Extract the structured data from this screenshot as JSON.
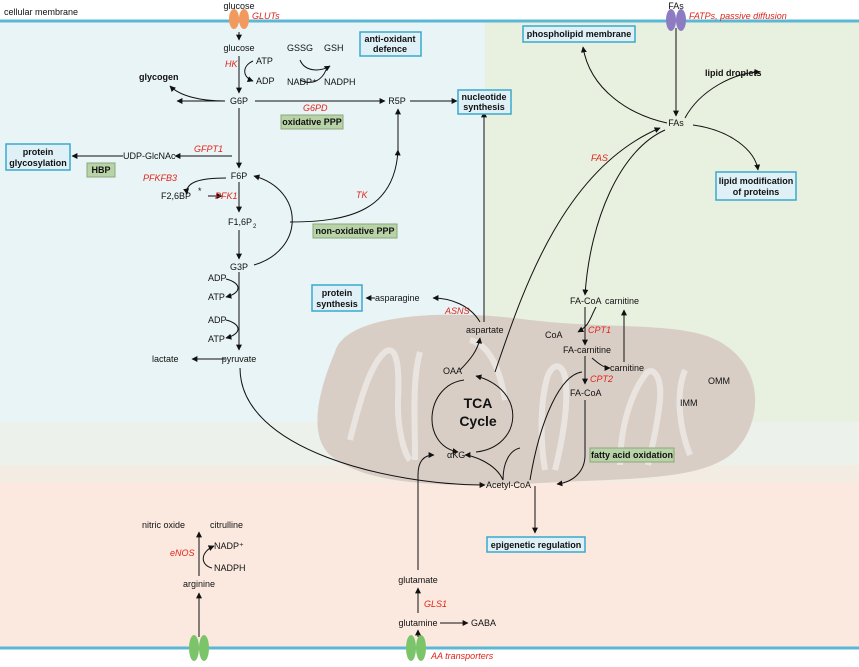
{
  "title": "cellular membrane",
  "colors": {
    "cytosol_top": "#e8f4f5",
    "lipid_zone": "#e8f0df",
    "bottom_zone": "#fbe9df",
    "membrane": "#5bb8d4",
    "mitochondrion": "#d9cec6",
    "enzyme_text": "#e2231a",
    "blue_box_fill": "#dff1f7",
    "blue_box_border": "#3aa9cc",
    "green_box_fill": "#b9d3a8",
    "glut_color": "#f29a5e",
    "fatp_color": "#8e7cc3",
    "aa_transporter_color": "#7cc46a"
  },
  "icons": [
    "glut-transporter-icon",
    "fatp-transporter-icon",
    "aa-transporter-icon",
    "mitochondrion-icon"
  ],
  "metabolites": {
    "glucose_out": "glucose",
    "glucose_in": "glucose",
    "atp1": "ATP",
    "adp1": "ADP",
    "glycogen": "glycogen",
    "g6p": "G6P",
    "r5p": "R5P",
    "gssg": "GSSG",
    "gsh": "GSH",
    "nadp": "NADP⁺",
    "nadph": "NADPH",
    "udp": "UDP-GlcNAc",
    "f6p": "F6P",
    "f26bp": "F2,6BP",
    "f16p": "F1,6P",
    "f16p_sub": "2",
    "g3p": "G3P",
    "adp2": "ADP",
    "atp2": "ATP",
    "adp3": "ADP",
    "atp3": "ATP",
    "pyruvate": "pyruvate",
    "lactate": "lactate",
    "asparagine": "asparagine",
    "aspartate": "aspartate",
    "oaa": "OAA",
    "akg": "αKG",
    "acetylcoa": "Acetyl-CoA",
    "facoa1": "FA-CoA",
    "carnitine1": "carnitine",
    "coa": "CoA",
    "facarnitine": "FA-carnitine",
    "carnitine2": "carnitine",
    "facoa2": "FA-CoA",
    "fas_out": "FAs",
    "fas_in": "FAs",
    "nitric_oxide": "nitric oxide",
    "citrulline": "citrulline",
    "nadp2": "NADP⁺",
    "nadph2": "NADPH",
    "arginine": "arginine",
    "glutamate": "glutamate",
    "glutamine": "glutamine",
    "gaba": "GABA",
    "tca1": "TCA",
    "tca2": "Cycle",
    "omm": "OMM",
    "imm": "IMM",
    "star": "*"
  },
  "enzymes": {
    "gluts": "GLUTs",
    "hk": "HK",
    "g6pd": "G6PD",
    "gfpt1": "GFPT1",
    "pfkfb3": "PFKFB3",
    "pfk1": "PFK1",
    "tk": "TK",
    "fas": "FAS",
    "asns": "ASNS",
    "cpt1": "CPT1",
    "cpt2": "CPT2",
    "fatps": "FATPs, passive diffusion",
    "enos": "eNOS",
    "gls1": "GLS1",
    "aa_transporters": "AA transporters"
  },
  "blue_boxes": {
    "anti_oxidant_1": "anti-oxidant",
    "anti_oxidant_2": "defence",
    "nucleotide_1": "nucleotide",
    "nucleotide_2": "synthesis",
    "protein_glyco_1": "protein",
    "protein_glyco_2": "glycosylation",
    "phospholipid": "phospholipid membrane",
    "lipid_mod_1": "lipid modification",
    "lipid_mod_2": "of proteins",
    "protein_syn_1": "protein",
    "protein_syn_2": "synthesis",
    "epigenetic": "epigenetic regulation"
  },
  "green_boxes": {
    "oxidative_ppp": "oxidative PPP",
    "hbp": "HBP",
    "non_oxidative_ppp": "non-oxidative PPP",
    "fatty_acid_oxidation": "fatty acid oxidation"
  },
  "plain_labels": {
    "lipid_droplets": "lipid droplets"
  }
}
